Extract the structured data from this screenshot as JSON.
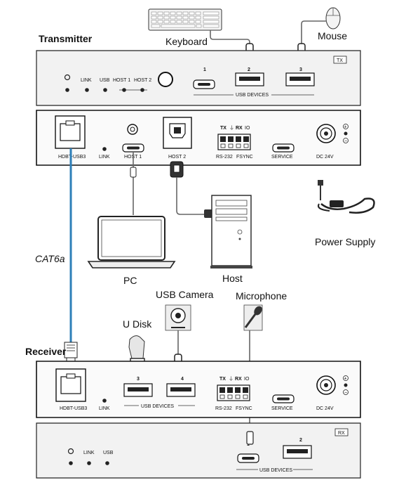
{
  "devices": {
    "keyboard": "Keyboard",
    "mouse": "Mouse",
    "pc": "PC",
    "host": "Host",
    "power_supply": "Power Supply",
    "usb_camera": "USB Camera",
    "microphone": "Microphone",
    "u_disk": "U Disk"
  },
  "cable_label": "CAT6a",
  "transmitter": {
    "title": "Transmitter",
    "front": {
      "badge": "TX",
      "link": "LINK",
      "usb": "USB",
      "host1": "HOST 1",
      "host2": "HOST 2",
      "ports": [
        "1",
        "2",
        "3"
      ],
      "group_label": "USB DEVICES"
    },
    "rear": {
      "hdbt": "HDBT-USB3",
      "link": "LINK",
      "host1": "HOST 1",
      "host2": "HOST 2",
      "tx": "TX",
      "rx": "RX",
      "io": "IO",
      "rs232": "RS-232",
      "fsync": "FSYNC",
      "service": "SERVICE",
      "dc": "DC 24V"
    }
  },
  "receiver": {
    "title": "Receiver",
    "rear": {
      "hdbt": "HDBT-USB3",
      "link": "LINK",
      "ports": [
        "3",
        "4"
      ],
      "group_label": "USB DEVICES",
      "tx": "TX",
      "rx": "RX",
      "io": "IO",
      "rs232": "RS-232",
      "fsync": "FSYNC",
      "service": "SERVICE",
      "dc": "DC 24V"
    },
    "front": {
      "badge": "RX",
      "link": "LINK",
      "usb": "USB",
      "ports": [
        "1",
        "2"
      ],
      "group_label": "USB DEVICES"
    }
  }
}
